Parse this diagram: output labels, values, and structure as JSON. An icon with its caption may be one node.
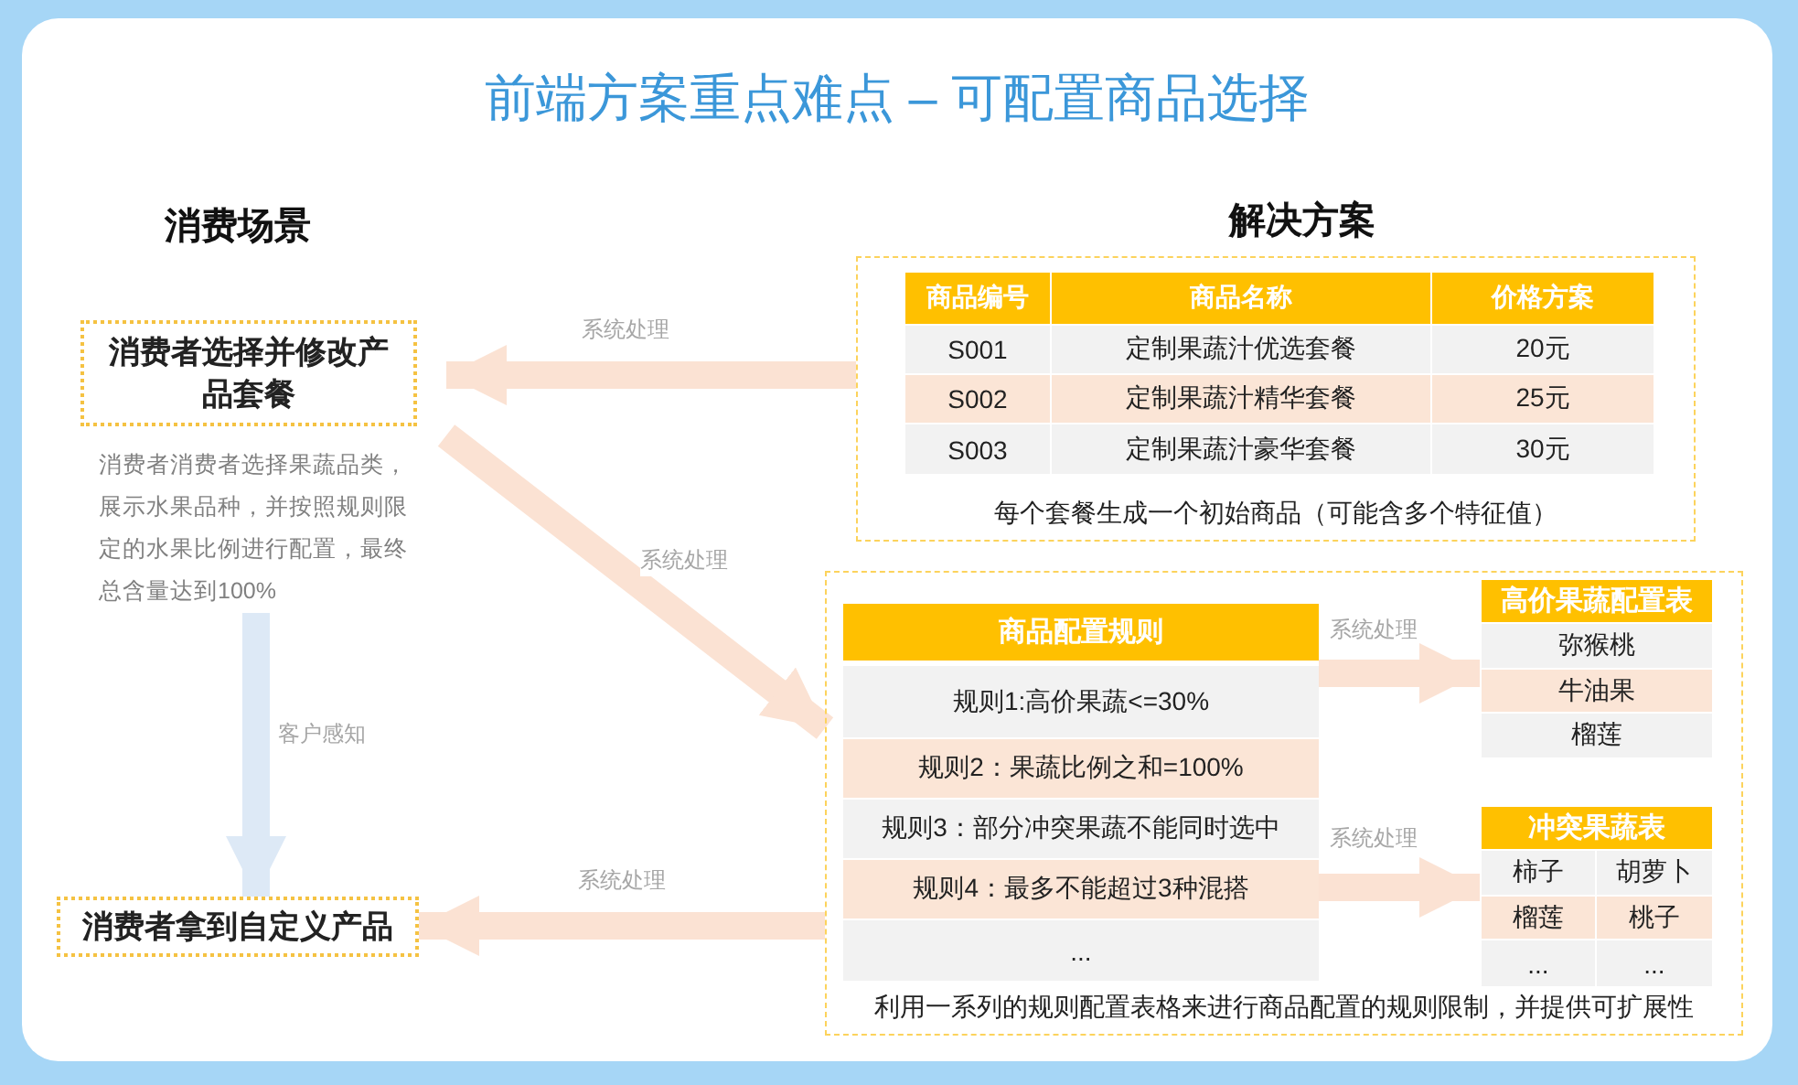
{
  "diagram": {
    "title": "前端方案重点难点 – 可配置商品选择",
    "nodes": [
      {
        "text": [
          "消费者选择并修改产品套餐"
        ],
        "beside": [
          "消费者消费者选择果蔬品类，展示水果品种，并按照规则限定的水果比例进行配置，最终总含量达到100%"
        ]
      },
      {
        "text": [
          "消费者拿到自定义产品"
        ]
      },
      {
        "text": [
          "每个套餐生成一个初始商品（可能含多个特征值）"
        ]
      },
      {
        "text": [
          "商品编号"
        ],
        "in": 2
      },
      {
        "text": [
          "商品名称"
        ],
        "in": 2
      },
      {
        "text": [
          "价格方案"
        ],
        "in": 2
      },
      {
        "text": [
          "S001"
        ],
        "in": 2
      },
      {
        "text": [
          "定制果蔬汁优选套餐"
        ],
        "in": 2
      },
      {
        "text": [
          "20元"
        ],
        "in": 2
      },
      {
        "text": [
          "S002"
        ],
        "in": 2
      },
      {
        "text": [
          "定制果蔬汁精华套餐"
        ],
        "in": 2
      },
      {
        "text": [
          "25元"
        ],
        "in": 2
      },
      {
        "text": [
          "S003"
        ],
        "in": 2
      },
      {
        "text": [
          "定制果蔬汁豪华套餐"
        ],
        "in": 2
      },
      {
        "text": [
          "30元"
        ],
        "in": 2
      },
      {
        "text": [
          "利用一系列的规则配置表格来进行商品配置的规则限制，并提供可扩展性"
        ]
      },
      {
        "text": [
          "商品配置规则"
        ],
        "in": 15
      },
      {
        "text": [
          "规则1:高价果蔬<=30%"
        ],
        "in": 16
      },
      {
        "text": [
          "规则2：果蔬比例之和=100%"
        ],
        "in": 16
      },
      {
        "text": [
          "规则3：部分冲突果蔬不能同时选中"
        ],
        "in": 16
      },
      {
        "text": [
          "规则4：最多不能超过3种混搭"
        ],
        "in": 16
      },
      {
        "text": [
          "..."
        ],
        "in": 16
      },
      {
        "text": [
          "高价果蔬配置表"
        ],
        "in": 15
      },
      {
        "text": [
          "弥猴桃"
        ],
        "in": 22
      },
      {
        "text": [
          "牛油果"
        ],
        "in": 22
      },
      {
        "text": [
          "榴莲"
        ],
        "in": 22
      },
      {
        "text": [
          "冲突果蔬表"
        ],
        "in": 15
      },
      {
        "text": [
          "柿子"
        ],
        "in": 26
      },
      {
        "text": [
          "胡萝卜"
        ],
        "in": 26
      },
      {
        "text": [
          "榴莲"
        ],
        "in": 26
      },
      {
        "text": [
          "桃子"
        ],
        "in": 26
      },
      {
        "text": [
          "..."
        ],
        "in": 26
      },
      {
        "text": [
          "..."
        ],
        "in": 26
      }
    ],
    "edges": [
      {
        "from": 2,
        "to": 0,
        "arrow": "to",
        "label": "系统处理"
      },
      {
        "from": 0,
        "to": 15,
        "arrow": "to",
        "label": "系统处理"
      },
      {
        "from": 15,
        "to": 1,
        "arrow": "to",
        "label": "系统处理"
      },
      {
        "from": 0,
        "to": 1,
        "arrow": "to",
        "label": "客户感知",
        "color": "#dde9f6"
      },
      {
        "from": 16,
        "to": 22,
        "arrow": "to",
        "label": "系统处理"
      },
      {
        "from": 16,
        "to": 26,
        "arrow": "to",
        "label": "系统处理"
      }
    ],
    "labels": [
      "消费场景",
      "解决方案"
    ]
  }
}
